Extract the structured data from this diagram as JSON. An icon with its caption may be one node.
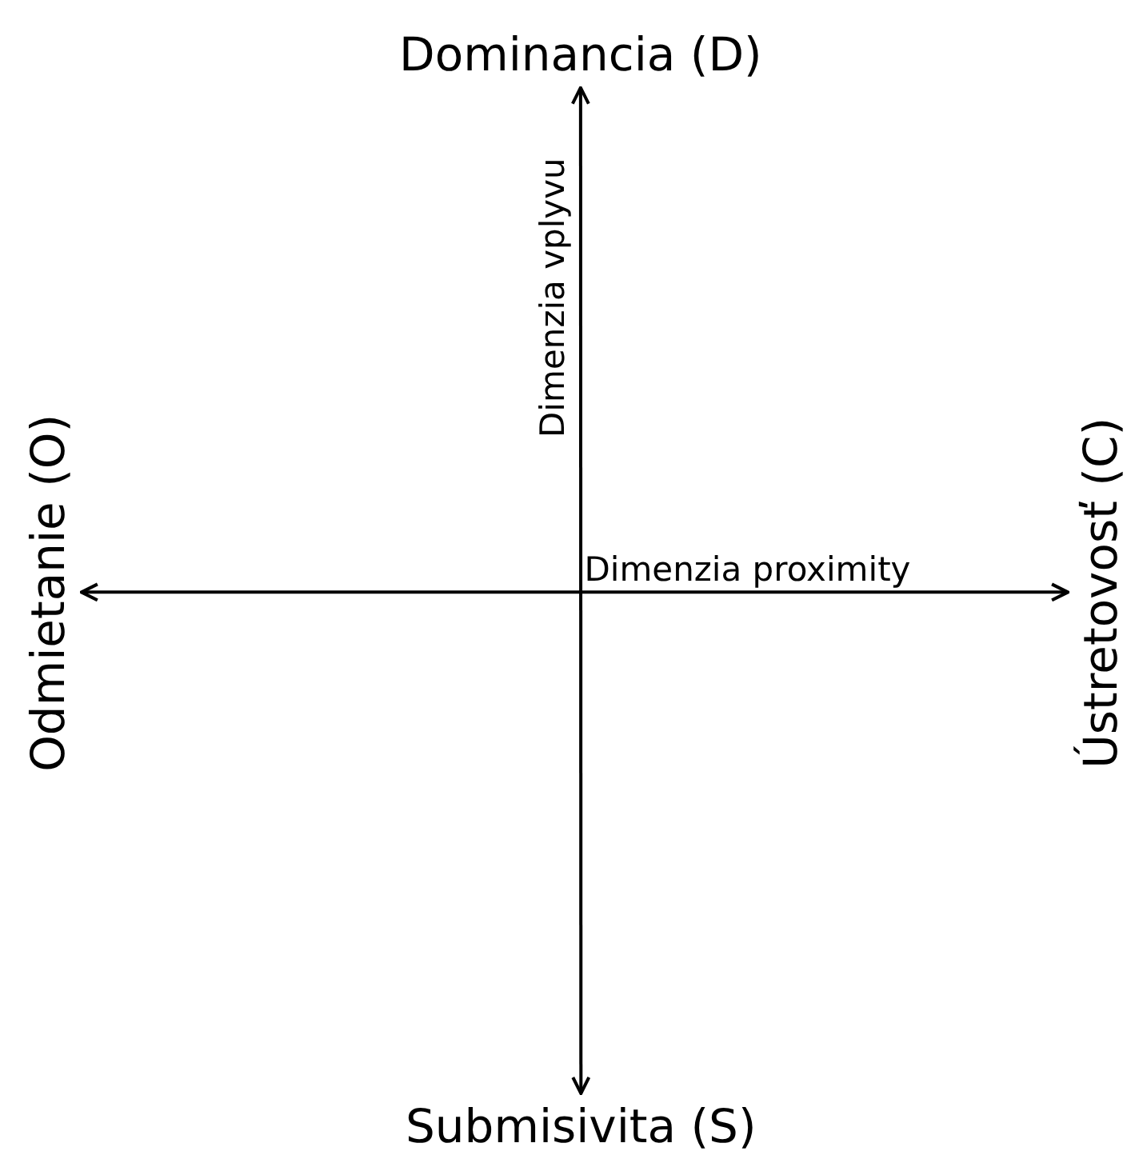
{
  "diagram": {
    "nodes": [
      {
        "text": [
          "Dominancia (D)"
        ]
      },
      {
        "text": [
          "Odmietanie (O)"
        ]
      },
      {
        "text": [
          "Ústretovosť (C)"
        ]
      },
      {
        "text": [
          "Submisivita (S)"
        ]
      }
    ],
    "edges": [
      {
        "from": 0,
        "to": 3,
        "arrow": "both",
        "label": "Dimenzia vplyvu"
      },
      {
        "from": 1,
        "to": 2,
        "arrow": "both",
        "label": "Dimenzia proximity"
      }
    ]
  }
}
